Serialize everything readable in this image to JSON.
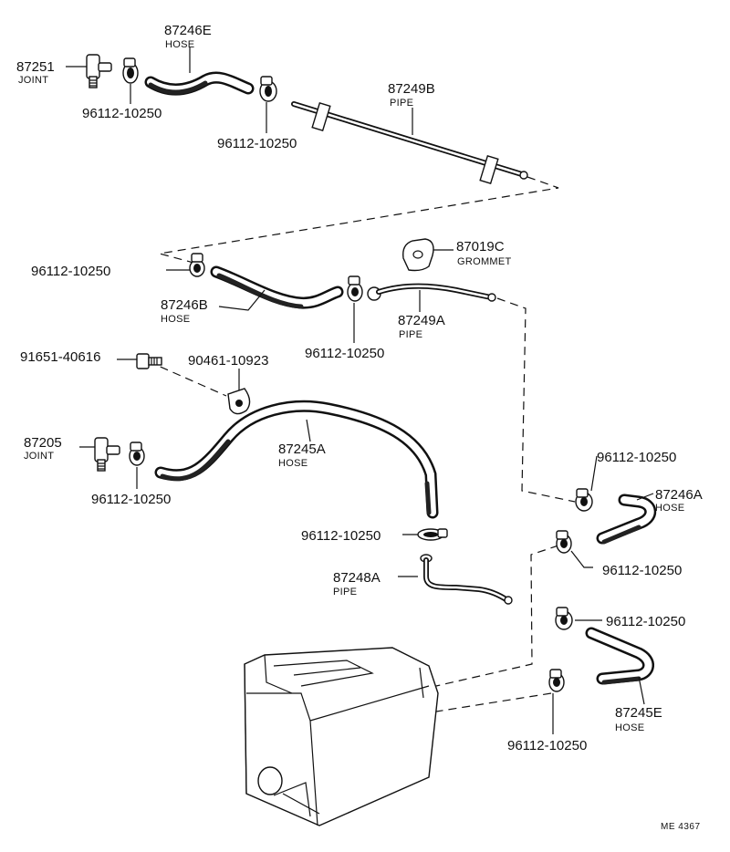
{
  "labels": {
    "hose_87246e": {
      "part": "87246E",
      "desc": "HOSE"
    },
    "joint_87251": {
      "part": "87251",
      "desc": "JOINT"
    },
    "clip_1": "96112-10250",
    "clip_2": "96112-10250",
    "pipe_87249b": {
      "part": "87249B",
      "desc": "PIPE"
    },
    "grommet_87019c": {
      "part": "87019C",
      "desc": "GROMMET"
    },
    "clip_3": "96112-10250",
    "hose_87246b": {
      "part": "87246B",
      "desc": "HOSE"
    },
    "pipe_87249a": {
      "part": "87249A",
      "desc": "PIPE"
    },
    "clip_4": "96112-10250",
    "bolt_91651": "91651-40616",
    "clamp_90461": "90461-10923",
    "joint_87205": {
      "part": "87205",
      "desc": "JOINT"
    },
    "hose_87245a": {
      "part": "87245A",
      "desc": "HOSE"
    },
    "clip_5": "96112-10250",
    "clip_6": "96112-10250",
    "clip_7": "96112-10250",
    "hose_87246a": {
      "part": "87246A",
      "desc": "HOSE"
    },
    "clip_8": "96112-10250",
    "pipe_87248a": {
      "part": "87248A",
      "desc": "PIPE"
    },
    "clip_9": "96112-10250",
    "hose_87245e": {
      "part": "87245E",
      "desc": "HOSE"
    },
    "clip_10": "96112-10250"
  },
  "diagram_ref": "ME 4367"
}
